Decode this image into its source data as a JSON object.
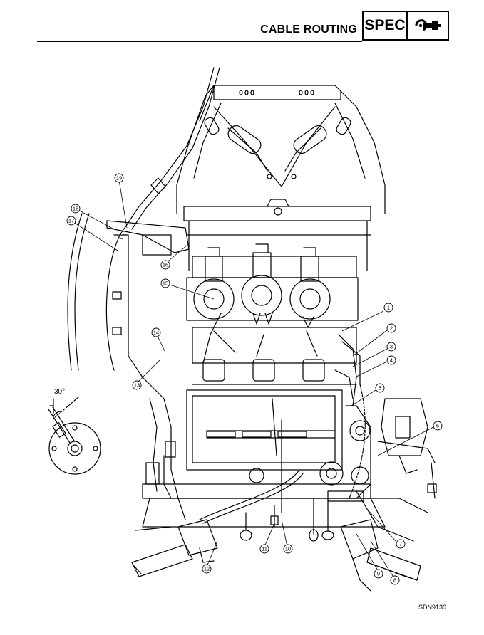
{
  "header": {
    "title": "CABLE ROUTING",
    "section_badge": "SPEC",
    "section_icon": "wrench-icon"
  },
  "figure": {
    "angle_label": "30°",
    "callouts": [
      "1",
      "2",
      "3",
      "4",
      "5",
      "6",
      "7",
      "8",
      "9",
      "10",
      "11",
      "12",
      "13",
      "14",
      "15",
      "16",
      "17",
      "18",
      "19"
    ],
    "drawing_code": "SDN9130"
  }
}
